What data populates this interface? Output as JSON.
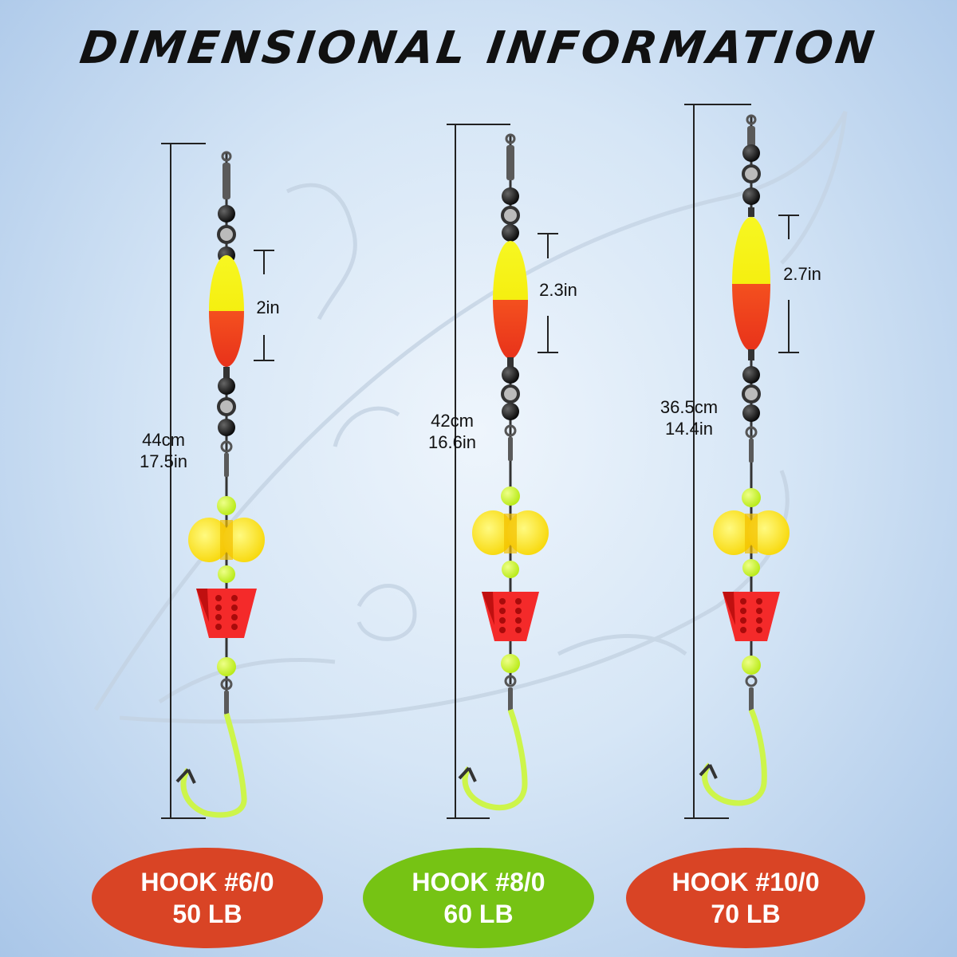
{
  "title": "DIMENSIONAL INFORMATION",
  "colors": {
    "float_yellow": "#f5f50f",
    "float_red": "#f1431c",
    "bead_green": "#c9f52a",
    "rattle_yellow": "#ffe600",
    "spinner_red": "#f42a2a",
    "badge_red": "#d94425",
    "badge_green": "#76c314"
  },
  "rigs": [
    {
      "float_length": "2in",
      "total_length_cm": "44cm",
      "total_length_in": "17.5in",
      "hook": "HOOK #6/0",
      "strength": "50 LB",
      "badge_color": "red"
    },
    {
      "float_length": "2.3in",
      "total_length_cm": "42cm",
      "total_length_in": "16.6in",
      "hook": "HOOK #8/0",
      "strength": "60 LB",
      "badge_color": "green"
    },
    {
      "float_length": "2.7in",
      "total_length_cm": "36.5cm",
      "total_length_in": "14.4in",
      "hook": "HOOK #10/0",
      "strength": "70 LB",
      "badge_color": "red"
    }
  ]
}
